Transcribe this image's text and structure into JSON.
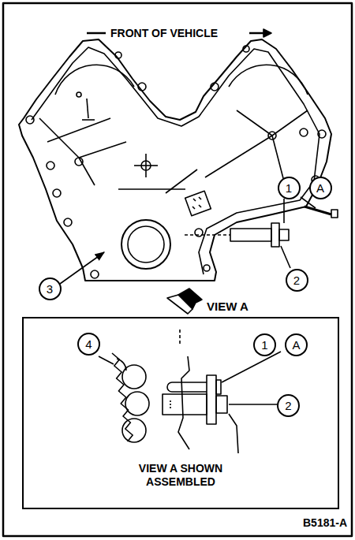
{
  "diagram": {
    "title": "FRONT OF VEHICLE",
    "nodes": [
      {
        "text": [
          "1"
        ]
      },
      {
        "text": [
          "A"
        ]
      },
      {
        "text": [
          "3"
        ]
      },
      {
        "text": [
          "2"
        ]
      },
      {
        "text": [
          "VIEW A SHOWN ASSEMBLED"
        ]
      },
      {
        "text": [
          "4"
        ],
        "in": 4
      },
      {
        "text": [
          "1"
        ],
        "in": 4
      },
      {
        "text": [
          "A"
        ],
        "in": 4
      },
      {
        "text": [
          "2"
        ],
        "in": 4
      }
    ],
    "labels": [
      "VIEW A",
      "B5181-A"
    ]
  }
}
